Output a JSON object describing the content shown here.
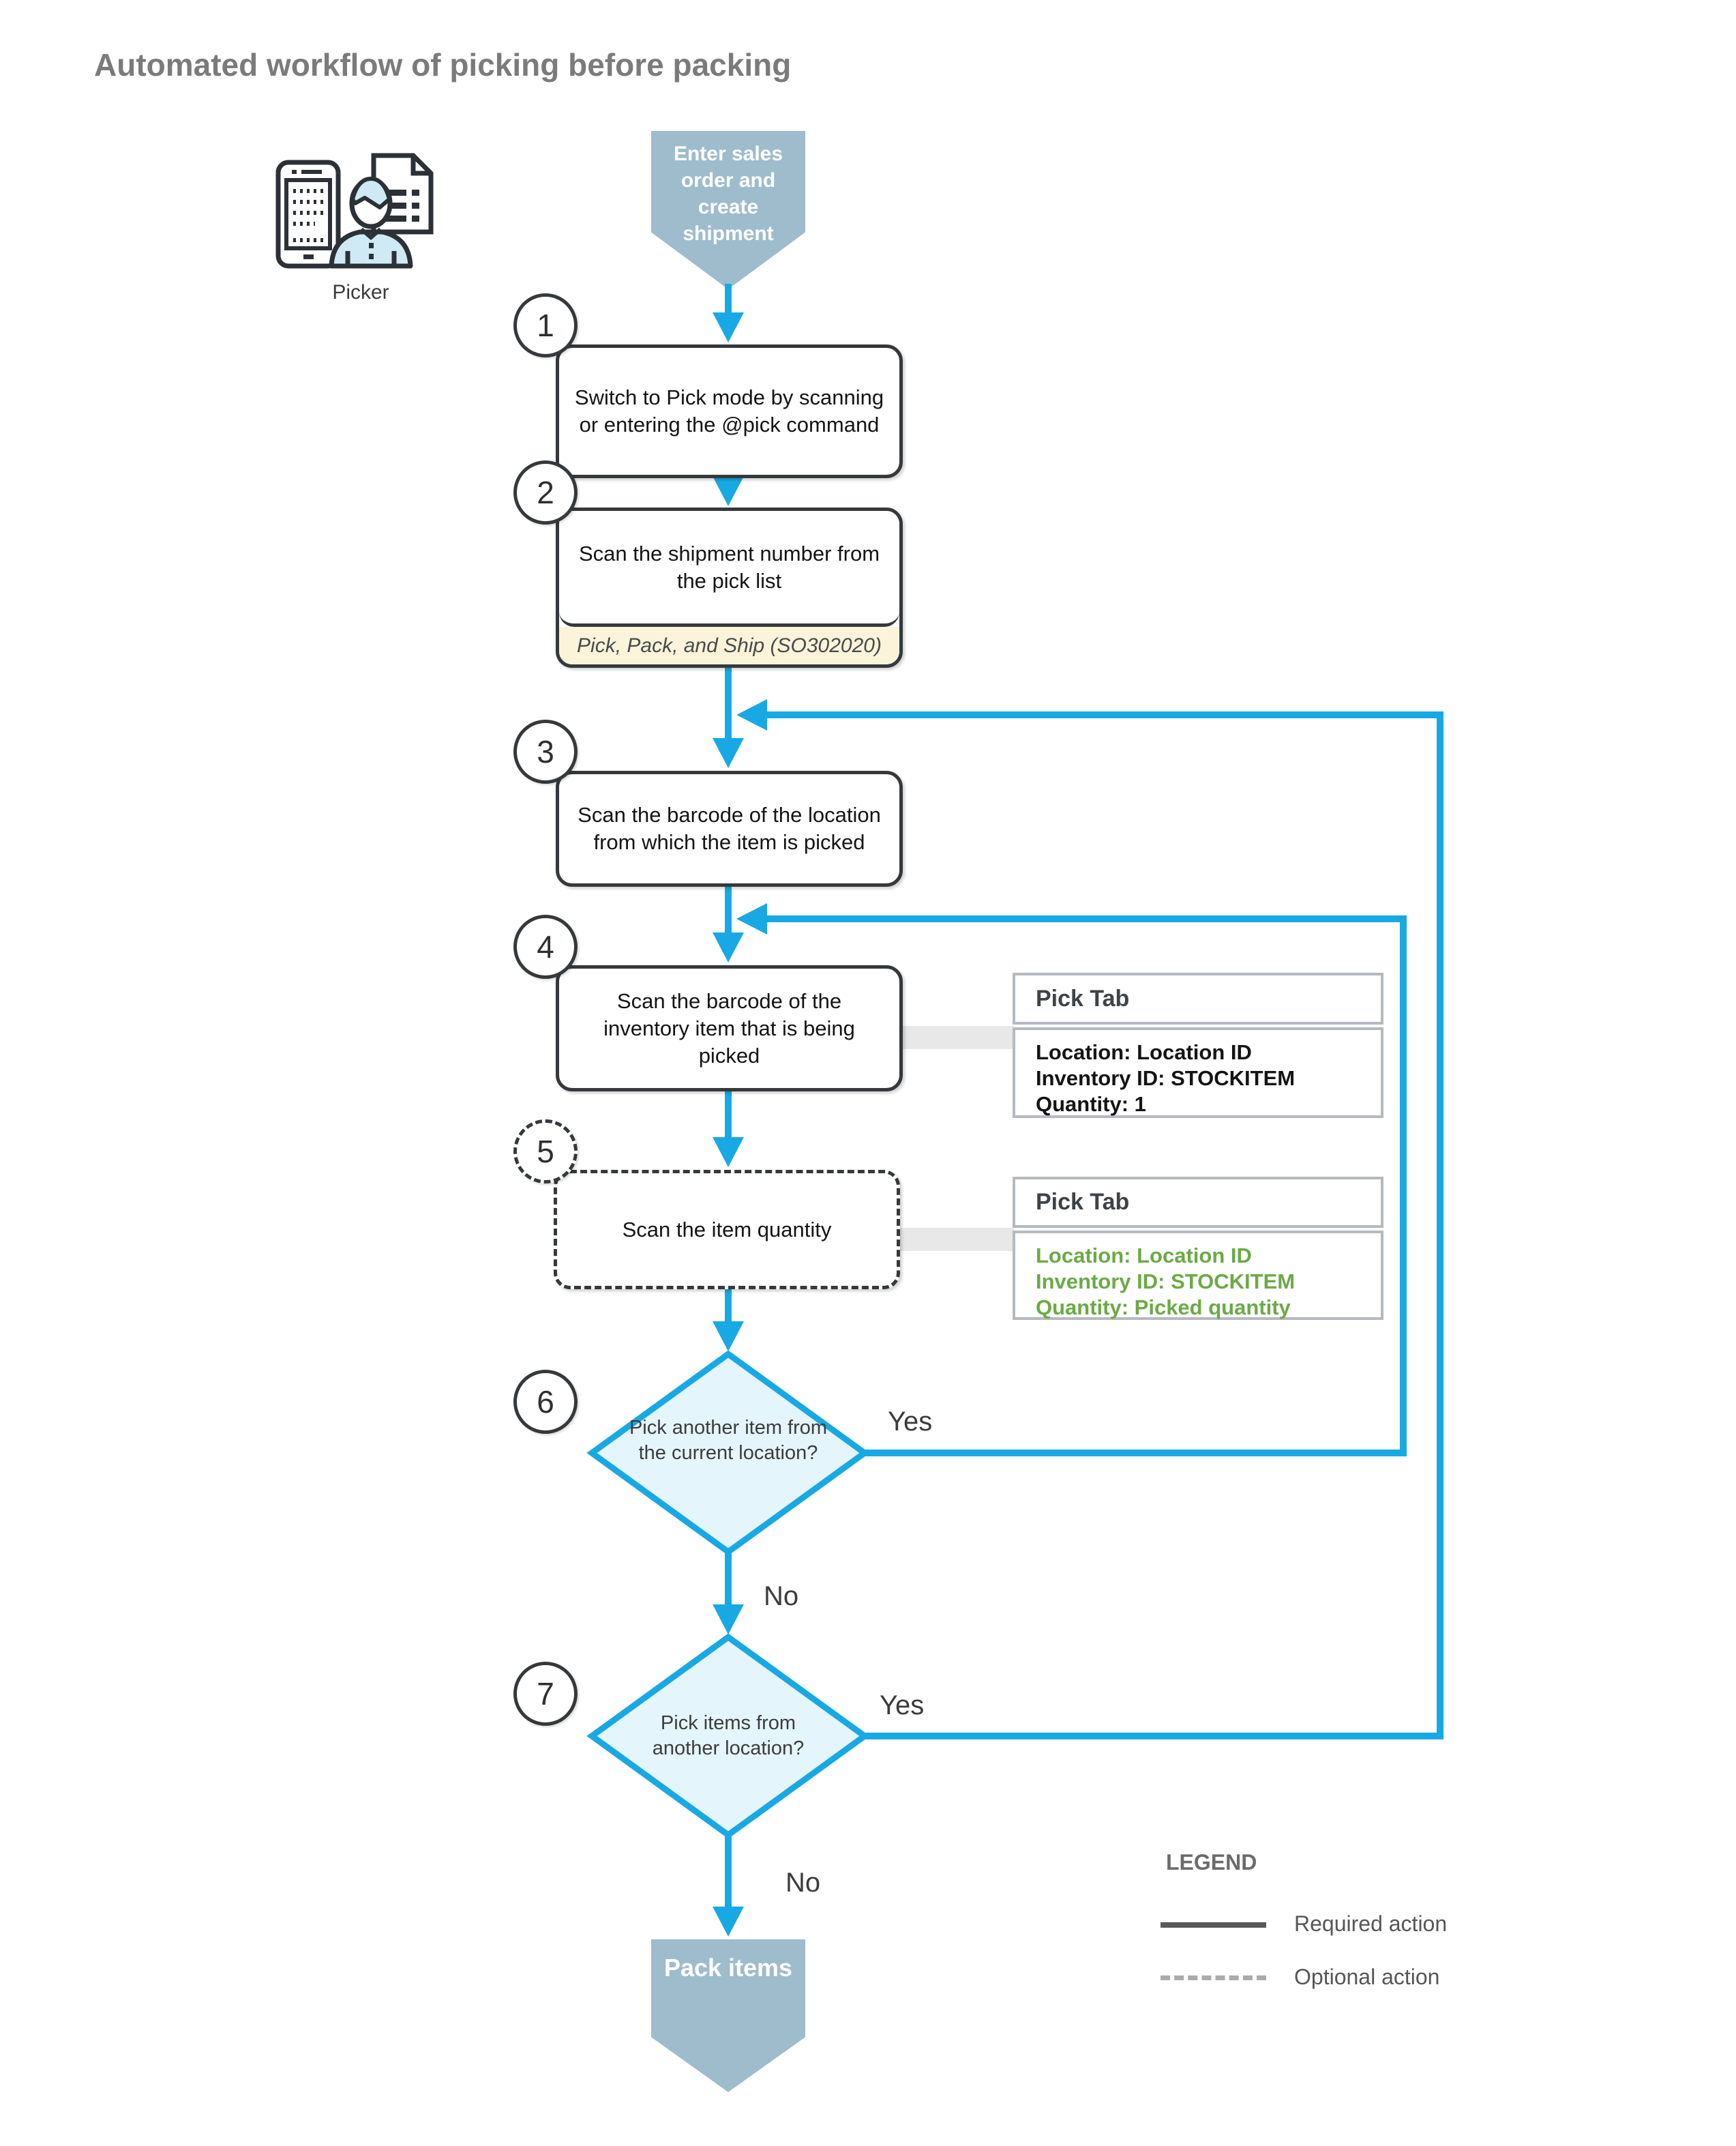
{
  "title": "Automated workflow of picking before packing",
  "actor": {
    "label": "Picker"
  },
  "start_node": {
    "label": "Enter sales order and create shipment"
  },
  "end_node": {
    "label": "Pack items"
  },
  "steps": [
    {
      "number": "1",
      "text": "Switch to Pick mode by scanning or entering the @pick command"
    },
    {
      "number": "2",
      "text": "Scan the shipment number from the pick list",
      "note": "Pick, Pack, and Ship (SO302020)"
    },
    {
      "number": "3",
      "text": "Scan the barcode of the location from which the item is picked"
    },
    {
      "number": "4",
      "text": "Scan the barcode of the inventory item that is being picked"
    },
    {
      "number": "5",
      "text": "Scan the item quantity"
    },
    {
      "number": "6",
      "text": "Pick another item from the current location?"
    },
    {
      "number": "7",
      "text": "Pick items from another location?"
    }
  ],
  "decisions": {
    "current_location": {
      "yes": "Yes",
      "no": "No"
    },
    "another_location": {
      "yes": "Yes",
      "no": "No"
    }
  },
  "pick_tabs": [
    {
      "title": "Pick Tab",
      "lines": [
        "Location: Location ID",
        "Inventory ID: STOCKITEM",
        "Quantity: 1"
      ]
    },
    {
      "title": "Pick Tab",
      "lines": [
        "Location: Location ID",
        "Inventory ID: STOCKITEM",
        "Quantity: Picked quantity"
      ]
    }
  ],
  "legend": {
    "title": "LEGEND",
    "required_label": "Required action",
    "optional_label": "Optional action"
  },
  "colors": {
    "flow_blue": "#18a9e4",
    "diamond_fill": "#e5f5fc",
    "terminal_fill": "#9fbccd",
    "note_fill": "#fbf4da",
    "green_text": "#6aab45",
    "title_gray": "#7b7b7b"
  }
}
